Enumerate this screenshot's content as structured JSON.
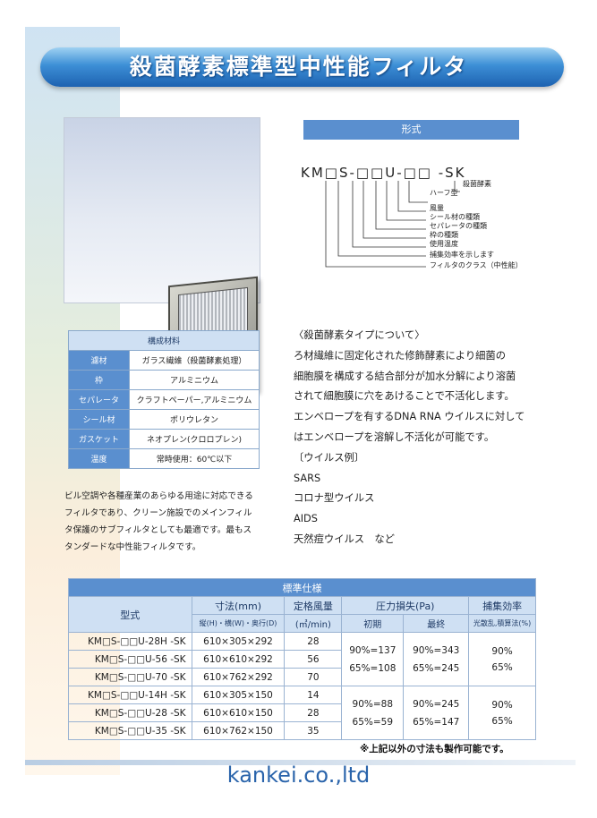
{
  "title": "殺菌酵素標準型中性能フィルタ",
  "form_header": "形式",
  "model_code": "KM□S-□□U-□□ -SK",
  "model_labels": [
    "殺菌酵素",
    "ハーフ型",
    "風量",
    "シール材の種類",
    "セパレータの種類",
    "枠の種類",
    "使用温度",
    "捕集効率を示します",
    "フィルタのクラス（中性能）"
  ],
  "materials": {
    "header": "構成材料",
    "rows": [
      {
        "key": "濾材",
        "value": "ガラス繊維（殺菌酵素処理）"
      },
      {
        "key": "枠",
        "value": "アルミニウム"
      },
      {
        "key": "セパレータ",
        "value": "クラフトペーパー,アルミニウム"
      },
      {
        "key": "シール材",
        "value": "ポリウレタン"
      },
      {
        "key": "ガスケット",
        "value": "ネオプレン(クロロプレン)"
      },
      {
        "key": "温度",
        "value": "常時使用：60℃以下"
      }
    ]
  },
  "left_description": [
    "ビル空調や各種産業のあらゆる用途に対応できる",
    "フィルタであり、クリーン施設でのメインフィル",
    "タ保護のサブフィルタとしても最適です。最もス",
    "タンダードな中性能フィルタです。"
  ],
  "right_description": [
    "〈殺菌酵素タイプについて〉",
    "ろ材繊維に固定化された修飾酵素により細菌の",
    "細胞膜を構成する結合部分が加水分解により溶菌",
    "されて細胞膜に穴をあけることで不活化します。",
    "エンベロープを有するDNA RNA ウイルスに対して",
    "はエンベロープを溶解し不活化が可能です。",
    "〔ウイルス例〕",
    "SARS",
    "コロナ型ウイルス",
    "AIDS",
    "天然痘ウイルス　など"
  ],
  "spec": {
    "caption": "標準仕様",
    "col_model": "型式",
    "col_size": "寸法(mm)",
    "col_size_sub": "縦(H)・横(W)・奥行(D)",
    "col_flow": "定格風量",
    "col_flow_sub": "(㎥/min)",
    "col_pressure": "圧力損失(Pa)",
    "col_initial": "初期",
    "col_final": "最終",
    "col_eff": "捕集効率",
    "col_eff_sub": "光散乱,積算法(%)",
    "group1": {
      "rows": [
        {
          "model": "KM□S-□□U-28H -SK",
          "size": "610×305×292",
          "flow": "28"
        },
        {
          "model": "KM□S-□□U-56 -SK",
          "size": "610×610×292",
          "flow": "56"
        },
        {
          "model": "KM□S-□□U-70 -SK",
          "size": "610×762×292",
          "flow": "70"
        }
      ],
      "initial": [
        "90%=137",
        "65%=108"
      ],
      "final": [
        "90%=343",
        "65%=245"
      ],
      "eff": [
        "90%",
        "65%"
      ]
    },
    "group2": {
      "rows": [
        {
          "model": "KM□S-□□U-14H -SK",
          "size": "610×305×150",
          "flow": "14"
        },
        {
          "model": "KM□S-□□U-28 -SK",
          "size": "610×610×150",
          "flow": "28"
        },
        {
          "model": "KM□S-□□U-35 -SK",
          "size": "610×762×150",
          "flow": "35"
        }
      ],
      "initial": [
        "90%=88",
        "65%=59"
      ],
      "final": [
        "90%=245",
        "65%=147"
      ],
      "eff": [
        "90%",
        "65%"
      ]
    }
  },
  "footnote": "※上記以外の寸法も製作可能です。",
  "company": "kankei.co.,ltd",
  "colors": {
    "accent": "#5a8fcf",
    "title_dark": "#1d62b1",
    "header_light": "#cfe0f3"
  }
}
